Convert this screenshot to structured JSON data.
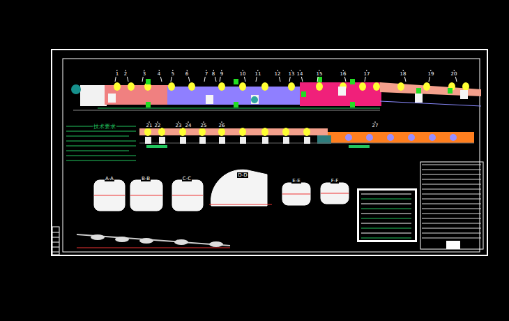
{
  "diagram": {
    "labels": [
      "1",
      "2",
      "3",
      "4",
      "5",
      "6",
      "7",
      "8",
      "9",
      "10",
      "11",
      "12",
      "13",
      "14",
      "15",
      "16",
      "17",
      "18",
      "19",
      "20",
      "21",
      "22",
      "23",
      "24",
      "25",
      "26",
      "27",
      "技术要求",
      "A-A",
      "B-B",
      "C-C",
      "D-D",
      "E-E",
      "F-F"
    ]
  }
}
